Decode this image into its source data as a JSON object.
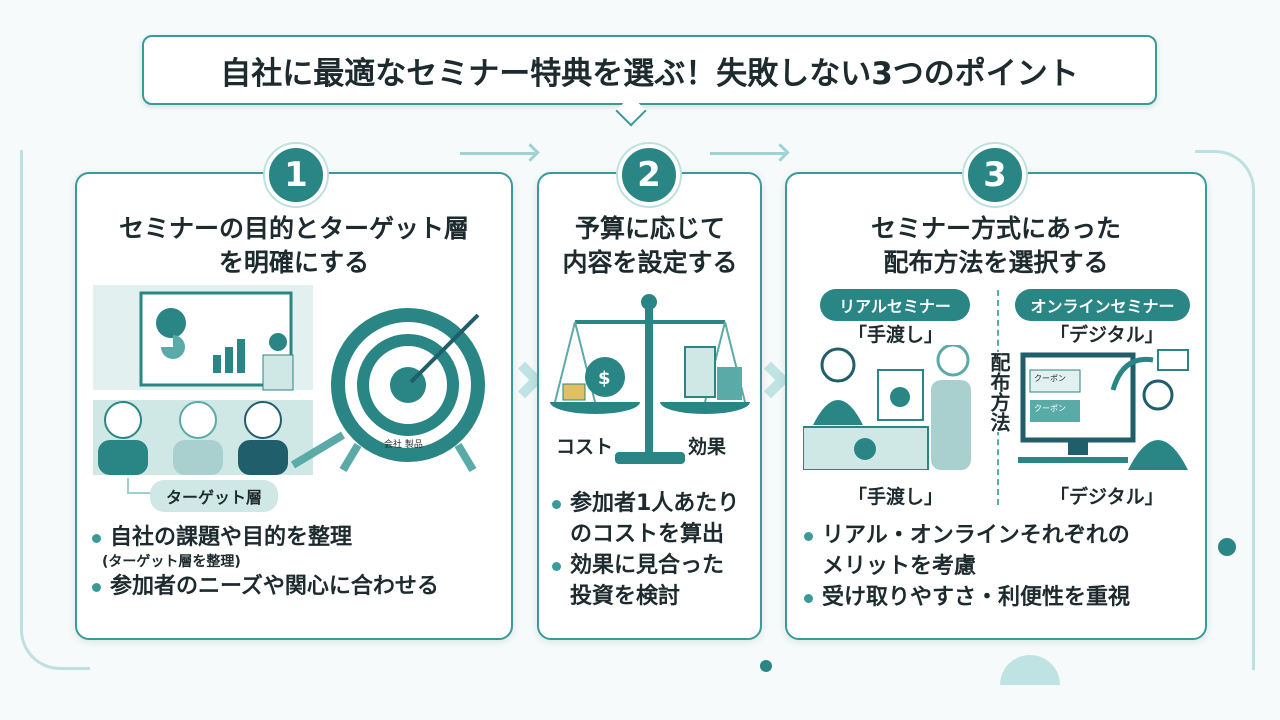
{
  "title": "自社に最適なセミナー特典を選ぶ！失敗しない3つのポイント",
  "colors": {
    "accent": "#2a8585",
    "border": "#3a9a9a",
    "light": "#cfe8e6"
  },
  "points": [
    {
      "number": "1",
      "heading_lines": [
        "セミナーの目的とターゲット層",
        "を明確にする"
      ],
      "tag": "ターゲット層",
      "target_label": "会社 製品",
      "bullets": [
        "自社の課題や目的を整理",
        "参加者のニーズや関心に合わせる"
      ],
      "bullet_note": "(ターゲット層を整理)"
    },
    {
      "number": "2",
      "heading_lines": [
        "予算に応じて",
        "内容を設定する"
      ],
      "scale_left": "コスト",
      "scale_right": "効果",
      "bullets": [
        "参加者1人あたりのコストを算出",
        "効果に見合った投資を検討"
      ],
      "bullet_lines": [
        [
          "参加者1人あたり",
          "のコストを算出"
        ],
        [
          "効果に見合った",
          "投資を検討"
        ]
      ]
    },
    {
      "number": "3",
      "heading_lines": [
        "セミナー方式にあった",
        "配布方法を選択する"
      ],
      "real_pill": "リアルセミナー",
      "online_pill": "オンラインセミナー",
      "real_label": "「手渡し」",
      "online_label": "「デジタル」",
      "divider_label": "配布方法",
      "coupon": "クーポン",
      "bullets": [
        "リアル・オンラインそれぞれのメリットを考慮",
        "受け取りやすさ・利便性を重視"
      ],
      "bullet_lines": [
        [
          "リアル・オンラインそれぞれの",
          "メリットを考慮"
        ],
        [
          "受け取りやすさ・利便性を重視"
        ]
      ]
    }
  ]
}
